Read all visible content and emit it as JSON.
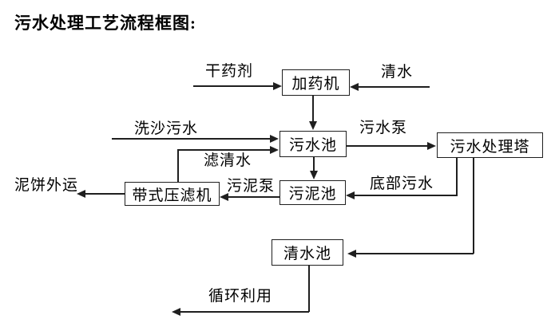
{
  "title": "污水处理工艺流程框图:",
  "nodes": {
    "dosing_machine": "加药机",
    "sewage_pool": "污水池",
    "sewage_treatment_tower": "污水处理塔",
    "sludge_pool": "污泥池",
    "belt_filter_press": "带式压滤机",
    "clean_water_pool": "清水池"
  },
  "flow_labels": {
    "dry_agent": "干药剂",
    "clean_water": "清水",
    "sand_washing_sewage": "洗沙污水",
    "sewage_pump": "污水泵",
    "filtered_water": "滤清水",
    "sludge_pump": "污泥泵",
    "bottom_sewage": "底部污水",
    "mud_cake_outbound": "泥饼外运",
    "recycling": "循环利用"
  },
  "colors": {
    "line": "#1f1f1f",
    "text": "#000000",
    "background": "#ffffff"
  }
}
